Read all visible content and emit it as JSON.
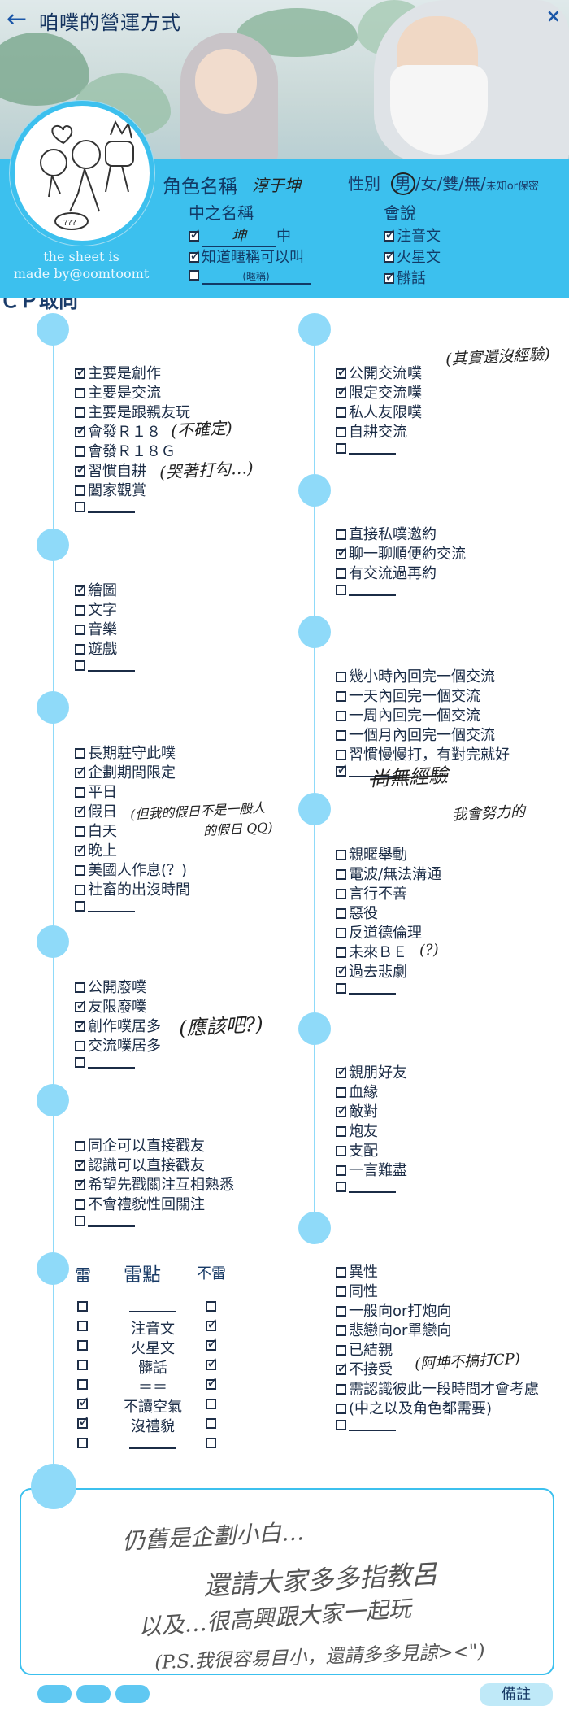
{
  "header": {
    "title": "咱噗的營運方式",
    "back_icon": "←",
    "close_icon": "×"
  },
  "credit": {
    "line1": "the sheet is",
    "line2": "made by@oomtoomt"
  },
  "profile": {
    "name_label": "角色名稱",
    "name_value": "淳于坤",
    "gender_label": "性別",
    "gender_opts": [
      "男",
      "女",
      "雙",
      "無"
    ],
    "gender_selected": "男",
    "gender_tail": "未知or保密",
    "nick_label": "中之名稱",
    "nick_value": "坤",
    "nick_suffix": "中",
    "nick2": "知道暱稱可以叫",
    "nick3_hint": "(暱稱)",
    "speak_label": "會說",
    "speak": [
      "注音文",
      "火星文",
      "髒話"
    ]
  },
  "sections": {
    "river": {
      "title": "河道",
      "items": [
        "主要是創作",
        "主要是交流",
        "主要是跟親友玩",
        "會發Ｒ１８",
        "會發Ｒ１８Ｇ",
        "習慣自耕",
        "闔家觀賞",
        ""
      ],
      "checked": [
        true,
        false,
        false,
        true,
        false,
        true,
        false,
        false
      ],
      "notes": [
        "(不確定)",
        "(哭著打勾…)"
      ]
    },
    "create": {
      "title": "創作方式",
      "items": [
        "繪圖",
        "文字",
        "音樂",
        "遊戲",
        ""
      ],
      "checked": [
        true,
        false,
        false,
        false,
        false
      ]
    },
    "appear": {
      "title": "出沒",
      "items": [
        "長期駐守此噗",
        "企劃期間限定",
        "平日",
        "假日",
        "白天",
        "晚上",
        "美國人作息(？)",
        "社畜的出沒時間",
        ""
      ],
      "checked": [
        false,
        true,
        false,
        true,
        false,
        true,
        false,
        false,
        false
      ],
      "notes": [
        "(但我的假日不是一般人",
        "的假日 QQ)"
      ]
    },
    "usual": {
      "title": "平常會發",
      "items": [
        "公開廢噗",
        "友限廢噗",
        "創作噗居多",
        "交流噗居多",
        ""
      ],
      "checked": [
        false,
        true,
        true,
        false,
        false
      ],
      "notes": [
        "(應該吧?)"
      ]
    },
    "friend": {
      "title": "加友ｏｒ關注",
      "items": [
        "同企可以直接戳友",
        "認識可以直接戳友",
        "希望先戳關注互相熟悉",
        "不會禮貌性回關注",
        ""
      ],
      "checked": [
        false,
        true,
        true,
        false,
        false
      ]
    },
    "like": {
      "title": "交流比較喜歡發",
      "items": [
        "公開交流噗",
        "限定交流噗",
        "私人友限噗",
        "自耕交流",
        ""
      ],
      "checked": [
        true,
        true,
        false,
        false,
        false
      ],
      "notes": [
        "(其實還沒經驗)"
      ]
    },
    "can": {
      "title": "交流可以",
      "items": [
        "直接私噗邀約",
        "聊一聊順便約交流",
        "有交流過再約",
        ""
      ],
      "checked": [
        false,
        true,
        false,
        false
      ]
    },
    "reply": {
      "title": "回覆頻率習慣",
      "items": [
        "幾小時內回完一個交流",
        "一天內回完一個交流",
        "一周內回完一個交流",
        "一個月內回完一個交流",
        "習慣慢慢打，有對完就好",
        ""
      ],
      "checked": [
        false,
        false,
        false,
        false,
        false,
        true
      ],
      "notes": [
        "尚無經驗",
        "我會努力的"
      ]
    },
    "setting": {
      "title": "設定注意",
      "items": [
        "親暱舉動",
        "電波/無法溝通",
        "言行不善",
        "惡役",
        "反道德倫理",
        "未來ＢＥ",
        "過去悲劇",
        ""
      ],
      "checked": [
        false,
        false,
        false,
        false,
        false,
        false,
        true,
        false
      ],
      "notes": [
        "(?)"
      ]
    },
    "rel": {
      "title": "歡迎牽關係",
      "items": [
        "親朋好友",
        "血緣",
        "敵對",
        "炮友",
        "支配",
        "一言難盡",
        ""
      ],
      "checked": [
        true,
        false,
        true,
        false,
        false,
        false,
        false
      ]
    },
    "cp": {
      "title": "ＣＰ取向",
      "items": [
        "異性",
        "同性",
        "一般向or打炮向",
        "悲戀向or單戀向",
        "已結親",
        "不接受",
        "需認識彼此一段時間才會考慮",
        "(中之以及角色都需要)",
        ""
      ],
      "checked": [
        false,
        false,
        false,
        false,
        false,
        true,
        false,
        false,
        false
      ],
      "notes": [
        "(阿坤不搞打CP)"
      ]
    }
  },
  "thunder": {
    "head_left": "雷",
    "head_mid": "雷點",
    "head_right": "不雷",
    "rows": [
      {
        "label": "",
        "left": false,
        "right": false
      },
      {
        "label": "注音文",
        "left": false,
        "right": true
      },
      {
        "label": "火星文",
        "left": false,
        "right": true
      },
      {
        "label": "髒話",
        "left": false,
        "right": true
      },
      {
        "label": "＝＝",
        "left": false,
        "right": true
      },
      {
        "label": "不讀空氣",
        "left": true,
        "right": false
      },
      {
        "label": "沒禮貌",
        "left": true,
        "right": false
      },
      {
        "label": "",
        "left": false,
        "right": false
      }
    ]
  },
  "remarks": {
    "line1": "仍舊是企劃小白…",
    "line2": "還請大家多多指教呂",
    "line3": "以及…很高興跟大家一起玩",
    "line4": "(P.S.我很容易目小，還請多多見諒><\")",
    "button": "備註"
  },
  "colors": {
    "accent": "#3cc0ee",
    "dot": "#8fdaf9",
    "text": "#173a66"
  }
}
